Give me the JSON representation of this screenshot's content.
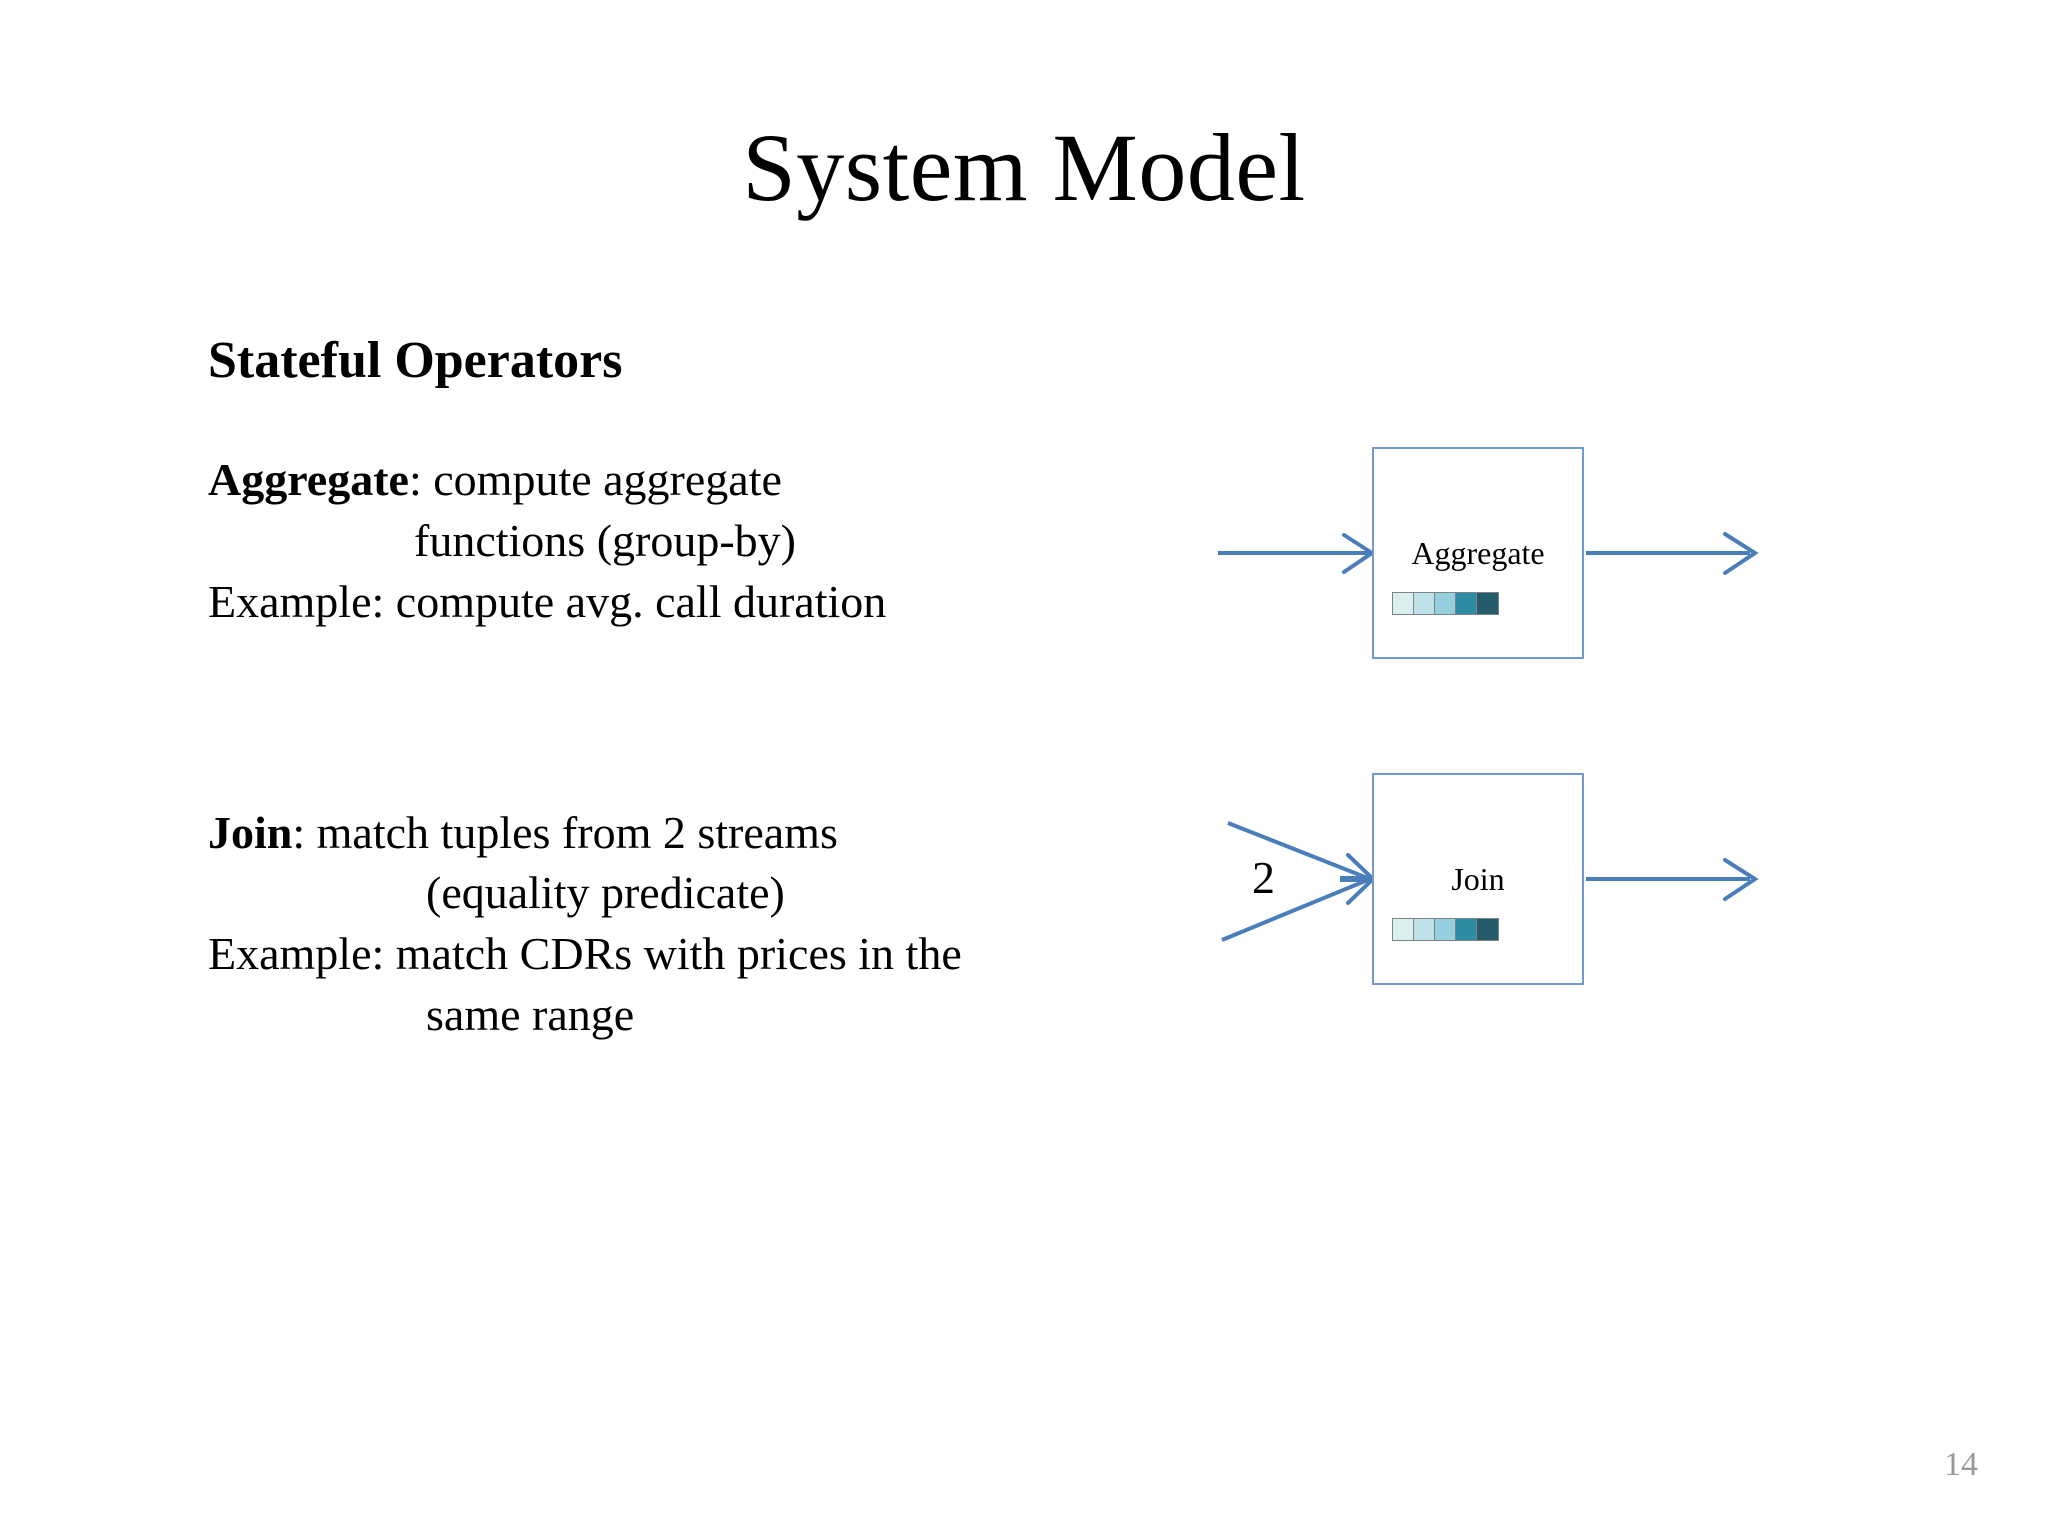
{
  "slide": {
    "title": "System Model",
    "page_number": "14"
  },
  "content": {
    "section_heading": "Stateful Operators",
    "operators": [
      {
        "name": "Aggregate",
        "lead_label": "Aggregate",
        "lead_rest": ": compute aggregate",
        "continuation": "functions (group-by)",
        "example": "Example: compute avg. call duration"
      },
      {
        "name": "Join",
        "lead_label": "Join",
        "lead_rest": ": match tuples from 2 streams",
        "continuation": "(equality predicate)",
        "example": "Example: match CDRs with prices in the",
        "example_continuation": "same range"
      }
    ]
  },
  "diagram": {
    "aggregate_box_label": "Aggregate",
    "join_box_label": "Join",
    "join_fanin_count": "2",
    "state_colors": [
      "#dcefef",
      "#bfe2ea",
      "#96cfdd",
      "#2f8ca4",
      "#255c69"
    ],
    "arrow_color": "#4a7ebb",
    "box_border_color": "#7399d0",
    "state_cell_border_color": "#7c8487"
  }
}
